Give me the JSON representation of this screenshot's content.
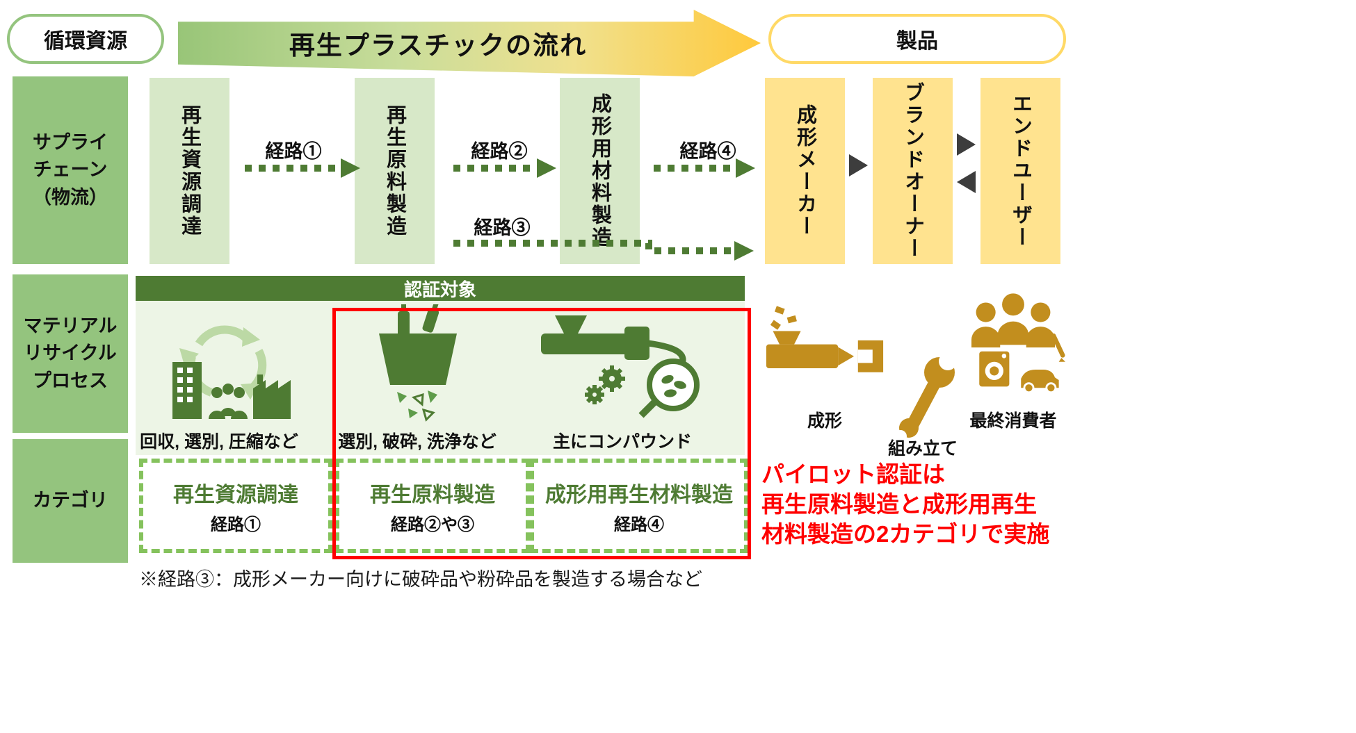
{
  "header": {
    "left_pill": "循環資源",
    "flow_title": "再生プラスチックの流れ",
    "right_pill": "製品"
  },
  "row_labels": {
    "supply_chain": "サプライ\nチェーン\n（物流）",
    "material_process": "マテリアル\nリサイクル\nプロセス",
    "category": "カテゴリ"
  },
  "supply_chain": {
    "stages": [
      "再生資源調達",
      "再生原料製造",
      "成形用材料製造"
    ],
    "route_labels": {
      "r1": "経路①",
      "r2": "経路②",
      "r3": "経路③",
      "r4": "経路④"
    },
    "product_stages": [
      "成形メーカー",
      "ブランドオーナー",
      "エンドユーザー"
    ]
  },
  "process": {
    "certification_banner": "認証対象",
    "step_captions": [
      "回収, 選別, 圧縮など",
      "選別, 破砕, 洗浄など",
      "主にコンパウンド"
    ],
    "right_captions": [
      "成形",
      "組み立て",
      "最終消費者"
    ]
  },
  "categories": [
    {
      "title": "再生資源調達",
      "route": "経路①"
    },
    {
      "title": "再生原料製造",
      "route": "経路②や③"
    },
    {
      "title": "成形用再生材料製造",
      "route": "経路④"
    }
  ],
  "pilot_note": "パイロット認証は\n再生原料製造と成形用再生\n材料製造の2カテゴリで実施",
  "footnote": "※経路③：成形メーカー向けに破砕品や粉砕品を製造する場合など",
  "icons": {
    "step1": "collection-recycle-icon",
    "step2": "sorting-bag-icon",
    "step3": "compound-extruder-icon",
    "molding": "molding-machine-icon",
    "assembly": "wrench-icon",
    "consumer": "consumers-icon",
    "flow_banner": "flow-arrow-icon",
    "routes": "dotted-route-arrow"
  },
  "colors": {
    "dark_green": "#4E7B33",
    "mid_green": "#94C47E",
    "light_green": "#D7E8C8",
    "pale_green": "#EDF5E6",
    "yellow_box": "#FFE38F",
    "gold": "#C28E1E",
    "red": "#FF0000"
  }
}
